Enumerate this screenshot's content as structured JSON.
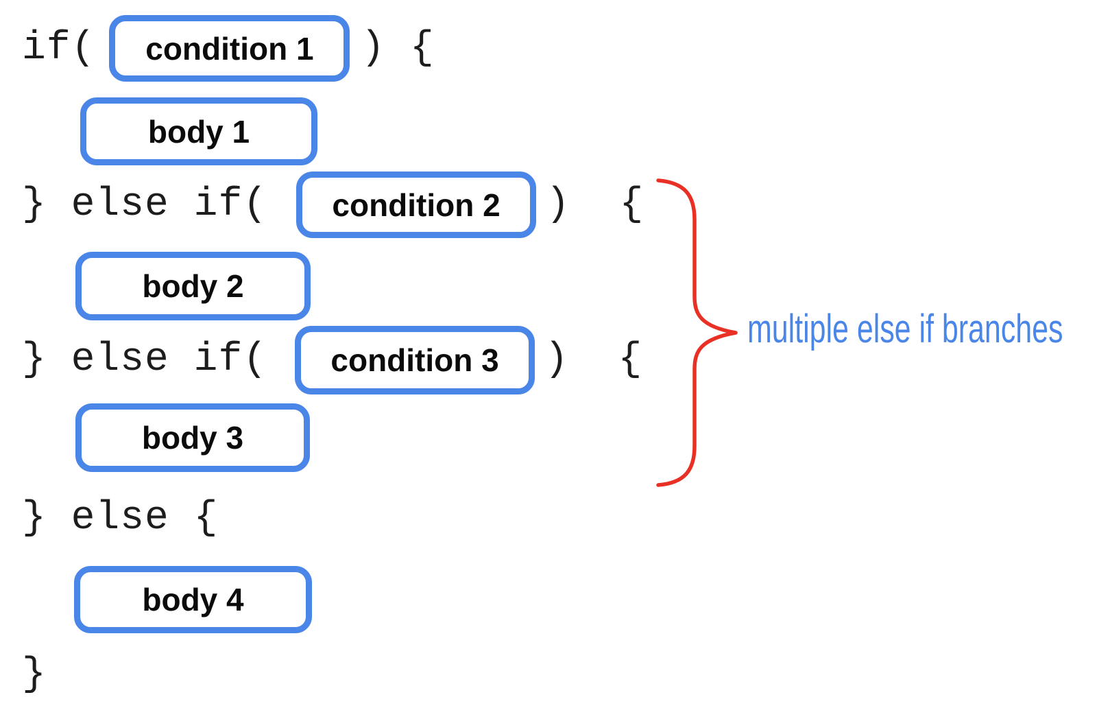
{
  "rows": {
    "r1": {
      "pre": "if(",
      "box": "condition 1",
      "post": ") {"
    },
    "r2": {
      "box": "body 1"
    },
    "r3": {
      "pre": "} else if(",
      "box": "condition 2",
      "post": ")  {"
    },
    "r4": {
      "box": "body 2"
    },
    "r5": {
      "pre": "} else if(",
      "box": "condition 3",
      "post": ")  {"
    },
    "r6": {
      "box": "body 3"
    },
    "r7": {
      "code": "} else {"
    },
    "r8": {
      "box": "body 4"
    },
    "r9": {
      "code": "}"
    }
  },
  "annotation": {
    "label": "multiple else if branches"
  },
  "colors": {
    "box_border": "#4A86E8",
    "box_label": "#0B0B0B",
    "code_text": "#1D1D1D",
    "brace": "#E93025",
    "annotation_text": "#4A86E8",
    "background": "#FFFFFF"
  }
}
